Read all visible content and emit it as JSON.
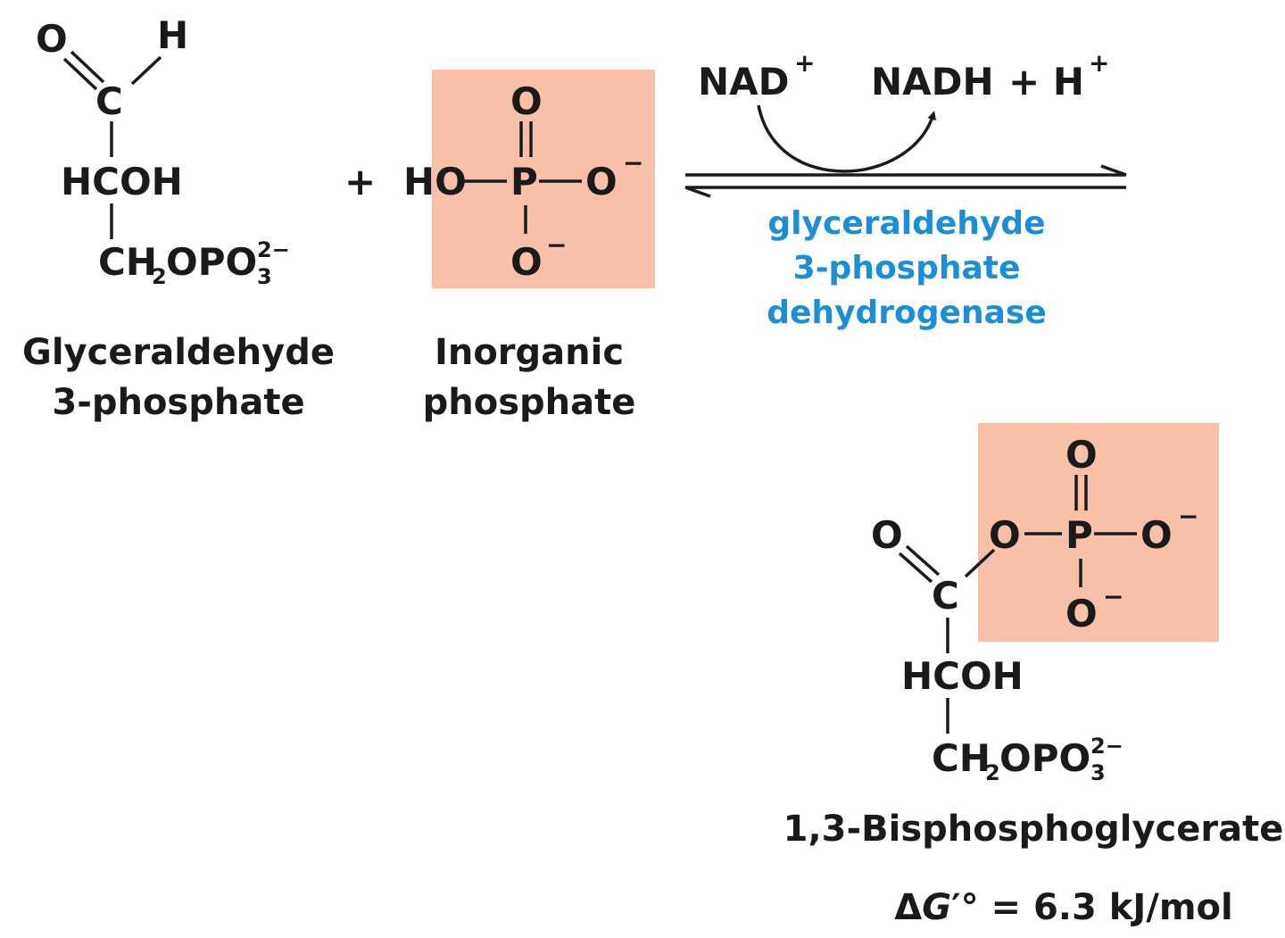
{
  "colors": {
    "text": "#1a1a1a",
    "enzyme": "#1a8fd6",
    "highlight": "#f9c0a8"
  },
  "reactant1": {
    "o": "O",
    "h": "H",
    "c": "C",
    "hcoh": "HCOH",
    "ch2opo3": {
      "ch": "CH",
      "sub2": "2",
      "opo": "OPO",
      "sup2": "2−",
      "sub3": "3"
    },
    "name_line1": "Glyceraldehyde",
    "name_line2": "3-phosphate"
  },
  "plus_sign": "+",
  "reactant2": {
    "ho": "HO",
    "p": "P",
    "o_top": "O",
    "o_right": "O",
    "o_bottom": "O",
    "charge_right": "−",
    "charge_bottom": "−",
    "name_line1": "Inorganic",
    "name_line2": "phosphate"
  },
  "reaction": {
    "cofactor_in": "NAD",
    "cofactor_in_charge": "+",
    "cofactor_out": "NADH",
    "plus_h": "+ H",
    "plus_h_charge": "+",
    "enzyme_line1": "glyceraldehyde",
    "enzyme_line2": "3-phosphate",
    "enzyme_line3": "dehydrogenase"
  },
  "product": {
    "o": "O",
    "c": "C",
    "o_link": "O",
    "p": "P",
    "o_top": "O",
    "o_right": "O",
    "o_bottom": "O",
    "charge_right": "−",
    "charge_bottom": "−",
    "hcoh": "HCOH",
    "ch2opo3": {
      "ch": "CH",
      "sub2": "2",
      "opo": "OPO",
      "sup2": "2−",
      "sub3": "3"
    },
    "name": "1,3-Bisphosphoglycerate"
  },
  "free_energy": {
    "delta": "Δ",
    "g": "G",
    "prime_deg": "′°",
    "rest": " = 6.3 kJ/mol"
  }
}
